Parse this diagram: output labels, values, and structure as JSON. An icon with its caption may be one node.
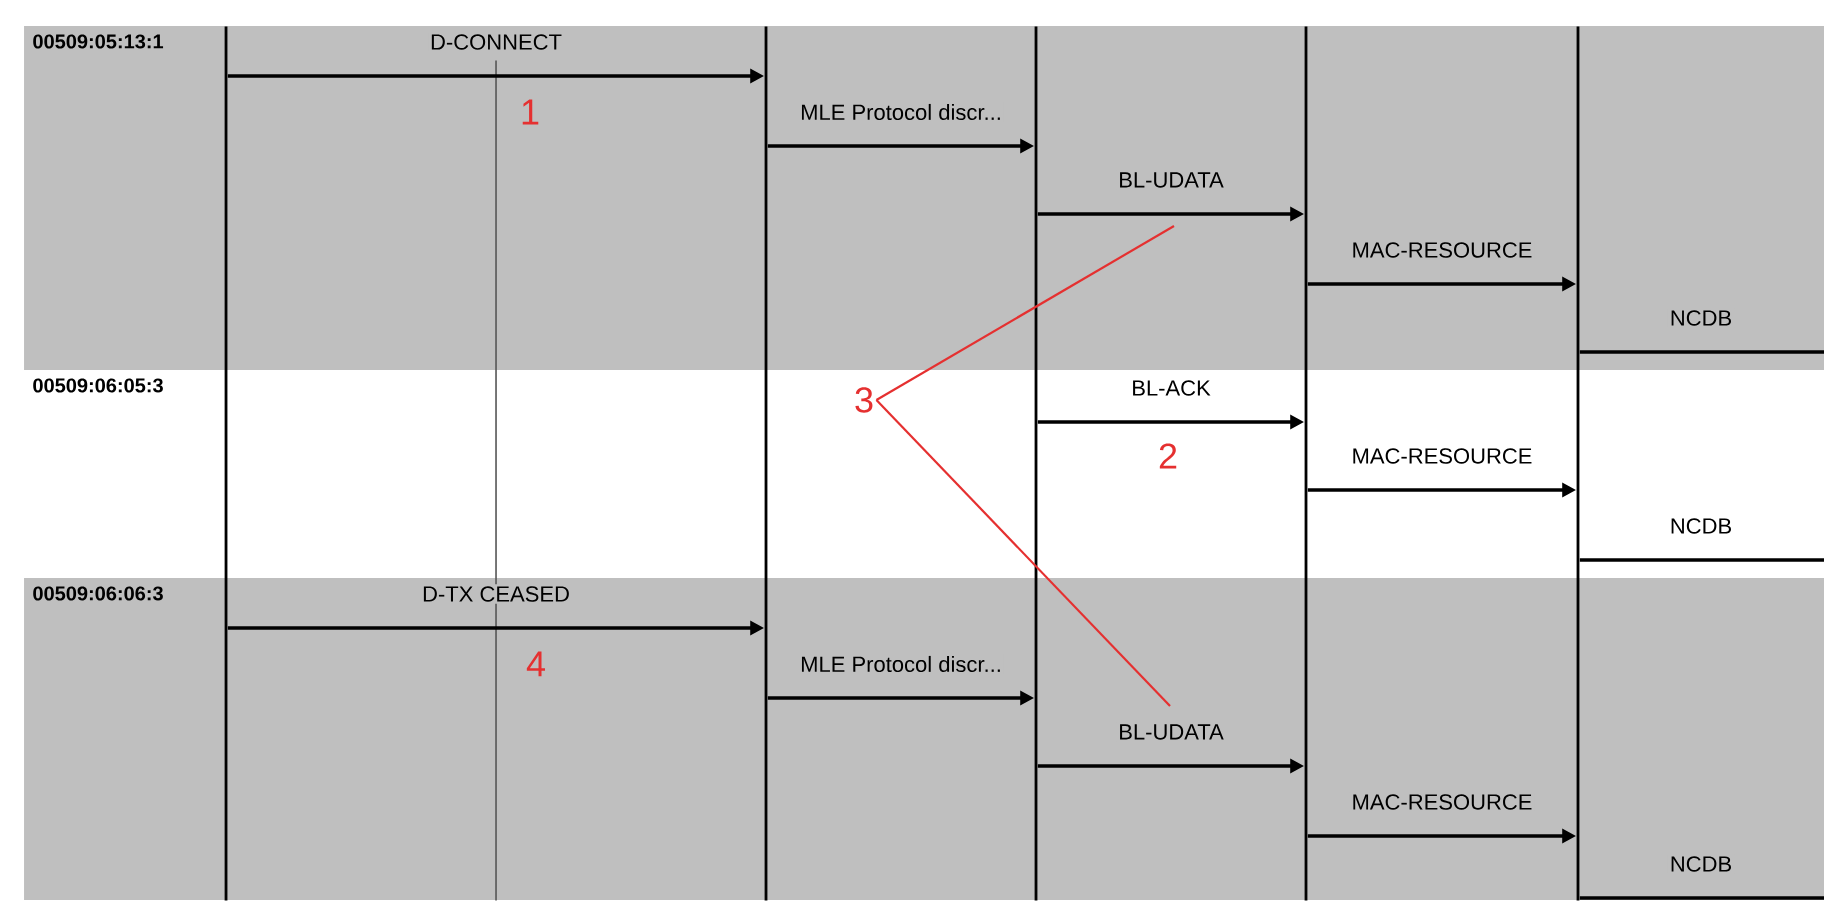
{
  "diagram": {
    "nodes": [
      {
        "text": [],
        "shape": "bar"
      },
      {
        "text": [],
        "shape": "bar"
      },
      {
        "text": [],
        "shape": "bar"
      },
      {
        "text": [],
        "shape": "bar"
      },
      {
        "text": [],
        "shape": "bar"
      },
      {
        "text": [],
        "shape": "bar"
      },
      {
        "text": [
          "3"
        ]
      }
    ],
    "edges": [
      {
        "from": 0,
        "to": 2,
        "arrow": "to",
        "label": "D-CONNECT"
      },
      {
        "from": 2,
        "to": 3,
        "arrow": "to",
        "label": "MLE Protocol discr..."
      },
      {
        "from": 3,
        "to": 4,
        "arrow": "to",
        "label": "BL-UDATA"
      },
      {
        "from": 4,
        "to": 5,
        "arrow": "to",
        "label": "MAC-RESOURCE"
      },
      {
        "from": 5,
        "to": null,
        "arrow": "none",
        "label": "NCDB"
      },
      {
        "from": 3,
        "to": 4,
        "arrow": "to",
        "label": "BL-ACK"
      },
      {
        "from": 4,
        "to": 5,
        "arrow": "to",
        "label": "MAC-RESOURCE"
      },
      {
        "from": 5,
        "to": null,
        "arrow": "none",
        "label": "NCDB"
      },
      {
        "from": 0,
        "to": 2,
        "arrow": "to",
        "label": "D-TX CEASED"
      },
      {
        "from": 2,
        "to": 3,
        "arrow": "to",
        "label": "MLE Protocol discr..."
      },
      {
        "from": 3,
        "to": 4,
        "arrow": "to",
        "label": "BL-UDATA"
      },
      {
        "from": 4,
        "to": 5,
        "arrow": "to",
        "label": "MAC-RESOURCE"
      },
      {
        "from": 5,
        "to": null,
        "arrow": "none",
        "label": "NCDB"
      },
      {
        "from": 6,
        "to": null,
        "arrow": "none",
        "color": "#e53030"
      },
      {
        "from": 6,
        "to": null,
        "arrow": "none",
        "color": "#e53030"
      }
    ],
    "labels": [
      "00509:05:13:1",
      "1",
      "00509:06:05:3",
      "2",
      "00509:06:06:3",
      "4"
    ]
  }
}
